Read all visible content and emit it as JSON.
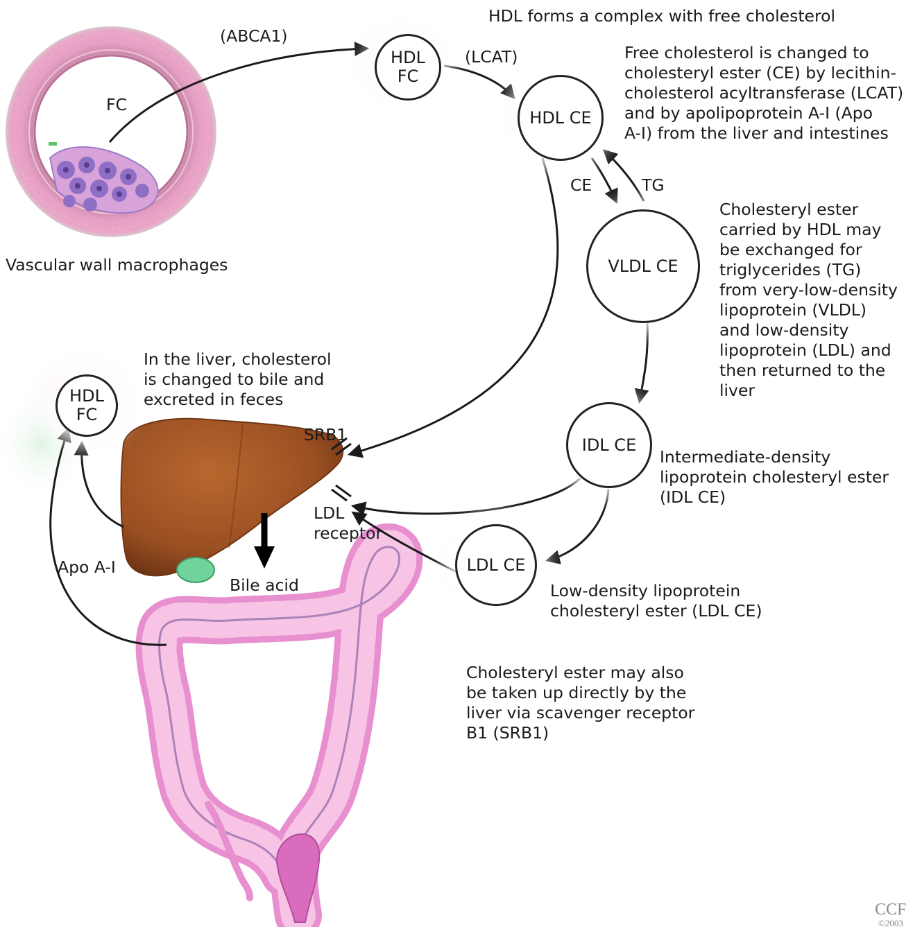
{
  "nodes": {
    "hdl_fc_top": "HDL\nFC",
    "hdl_ce": "HDL CE",
    "vldl_ce": "VLDL CE",
    "idl_ce": "IDL CE",
    "ldl_ce": "LDL CE",
    "hdl_fc_liver": "HDL\nFC"
  },
  "labels": {
    "abca1": "(ABCA1)",
    "fc": "FC",
    "lcat": "(LCAT)",
    "ce": "CE",
    "tg": "TG",
    "srb1": "SRB1",
    "ldl_receptor": "LDL\nreceptor",
    "bile_acid": "Bile acid",
    "apo_a1": "Apo A-I",
    "vascular_wall": "Vascular wall macrophages"
  },
  "annotations": {
    "hdl_complex": "HDL forms a complex with free cholesterol",
    "fc_to_ce": "Free cholesterol is changed to\ncholesteryl ester (CE) by lecithin-\ncholesterol acyltransferase (LCAT)\nand by apolipoprotein A-I (Apo\nA-I) from the liver and intestines",
    "ce_exchange": "Cholesteryl ester\ncarried by HDL may\nbe exchanged for\ntriglycerides (TG)\nfrom very-low-density\nlipoprotein (VLDL)\nand low-density\nlipoprotein (LDL) and\nthen returned to the\nliver",
    "liver_bile": "In the liver, cholesterol\nis changed to bile and\nexcreted in feces",
    "idl_def": "Intermediate-density\nlipoprotein cholesteryl ester\n(IDL CE)",
    "ldl_def": "Low-density lipoprotein\ncholesteryl ester (LDL CE)",
    "srb1_uptake": "Cholesteryl ester may also\nbe taken up directly by the\nliver via scavenger receptor\nB1 (SRB1)"
  },
  "copyright": {
    "mark": "CCF",
    "year": "©2003"
  },
  "colors": {
    "liver": "#9a4f22",
    "gallbladder": "#6fd39a",
    "colon": "#e88fcf",
    "vessel_wall": "#e7a0c6",
    "macrophage": "#8f6fc6",
    "arrow": "#1a1a1a"
  }
}
